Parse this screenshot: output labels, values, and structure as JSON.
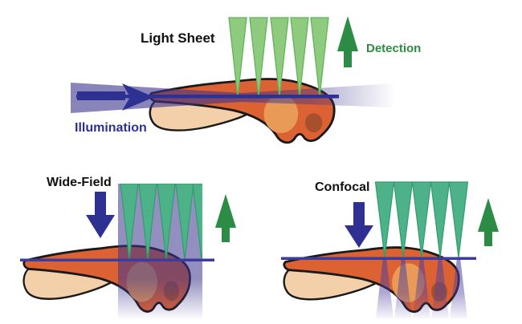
{
  "figure": {
    "description": "Comparison of microscopy illumination and detection geometries on a zebrafish embryo",
    "panels": {
      "light_sheet": {
        "title": "Light Sheet",
        "illumination_label": "Illumination",
        "detection_label": "Detection"
      },
      "wide_field": {
        "title": "Wide-Field"
      },
      "confocal": {
        "title": "Confocal"
      }
    },
    "colors": {
      "background": "#ffffff",
      "label_text": "#111111",
      "illumination_navy": "#2e3192",
      "detection_green": "#2c8c46",
      "light_sheet_cone_fill": "#8ecb7e",
      "light_sheet_cone_edge": "#60b45a",
      "teal_cone_fill": "#4db28a",
      "teal_cone_edge": "#2f9e68",
      "beam_lavender_overlay": "#3a348c",
      "confocal_purple_overlay": "#4c3f9e",
      "focal_line_navy": "#3c3c9e",
      "fish_body_orange": "#dd6233",
      "fish_yolk_beige": "#f3cfaa",
      "fish_outline": "#1a1a1a",
      "fish_yolk_ball": "#e99a57",
      "fish_spot": "#a8502e"
    }
  }
}
